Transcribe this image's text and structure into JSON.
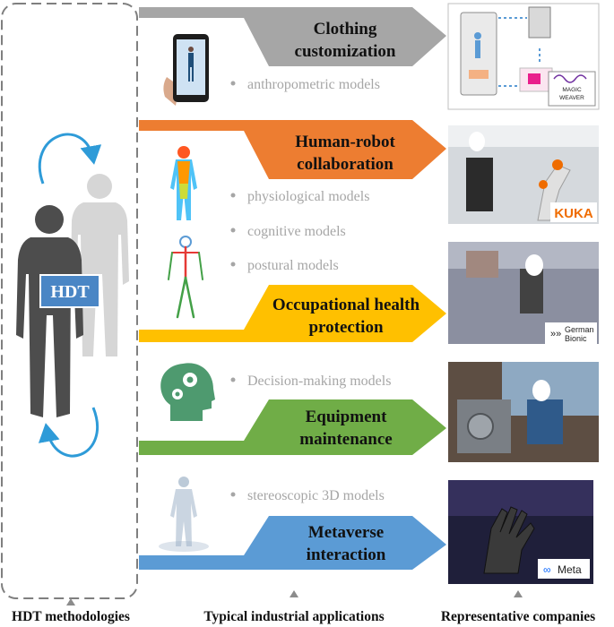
{
  "center_label": "HDT",
  "applications": [
    {
      "line1": "Clothing",
      "line2": "customization",
      "color": "#a6a6a6",
      "models": [
        "anthropometric models"
      ],
      "logo_lines": [
        "MAGIC",
        "WEAVER"
      ]
    },
    {
      "line1": "Human-robot",
      "line2": "collaboration",
      "color": "#ed7d31",
      "models": [
        "physiological models",
        "cognitive models"
      ],
      "logo_lines": [
        "KUKA"
      ]
    },
    {
      "line1": "Occupational health",
      "line2": "protection",
      "color": "#ffc000",
      "models": [
        "postural models"
      ],
      "logo_lines": [
        "German",
        "Bionic"
      ]
    },
    {
      "line1": "Equipment",
      "line2": "maintenance",
      "color": "#70ad47",
      "models": [
        "Decision-making models"
      ],
      "logo_lines": []
    },
    {
      "line1": "Metaverse",
      "line2": "interaction",
      "color": "#5b9bd5",
      "models": [
        "stereoscopic 3D models"
      ],
      "logo_lines": [
        "Meta"
      ]
    }
  ],
  "column_labels": {
    "left": "HDT methodologies",
    "middle": "Typical industrial applications",
    "right": "Representative companies"
  },
  "colors": {
    "dashed_border": "#7f7f7f",
    "cycle_arrow": "#2e9bd8",
    "hdt_box": "#4a86c5",
    "human_dark": "#4d4d4d",
    "human_light": "#d6d6d6"
  }
}
